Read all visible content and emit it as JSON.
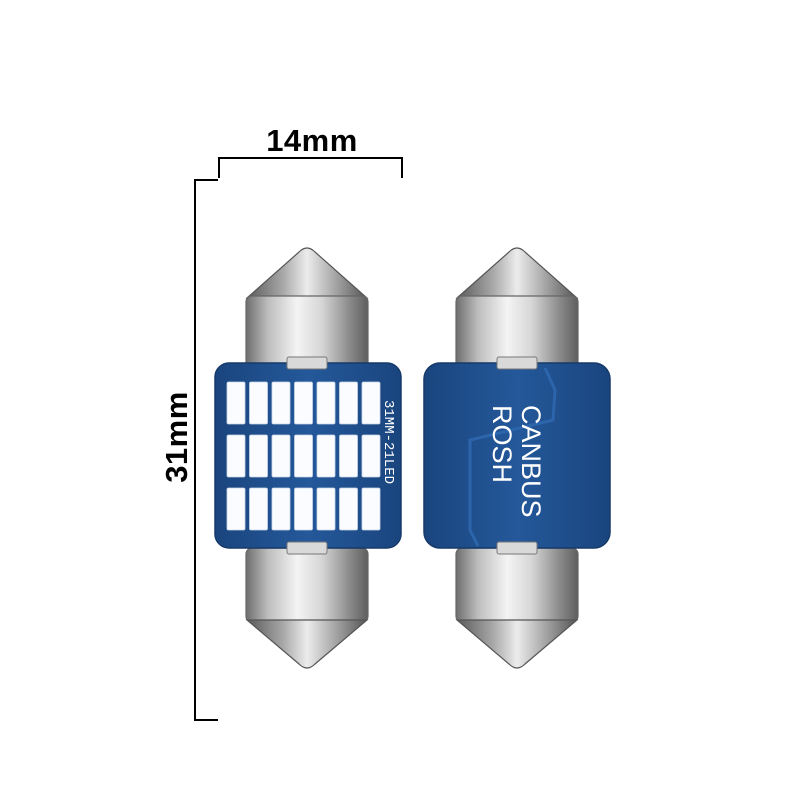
{
  "dimensions": {
    "width": "14mm",
    "height": "31mm"
  },
  "bulb_front": {
    "board_text": "31MM-21LED",
    "led_rows": 3,
    "led_cols": 7
  },
  "bulb_back": {
    "line1": "CANBUS",
    "line2": "ROSH"
  },
  "colors": {
    "board_blue": "#1f4f8c",
    "led_white": "#fafcff",
    "metal_light": "#f2f2f2",
    "metal_dark": "#7a7a7a"
  }
}
